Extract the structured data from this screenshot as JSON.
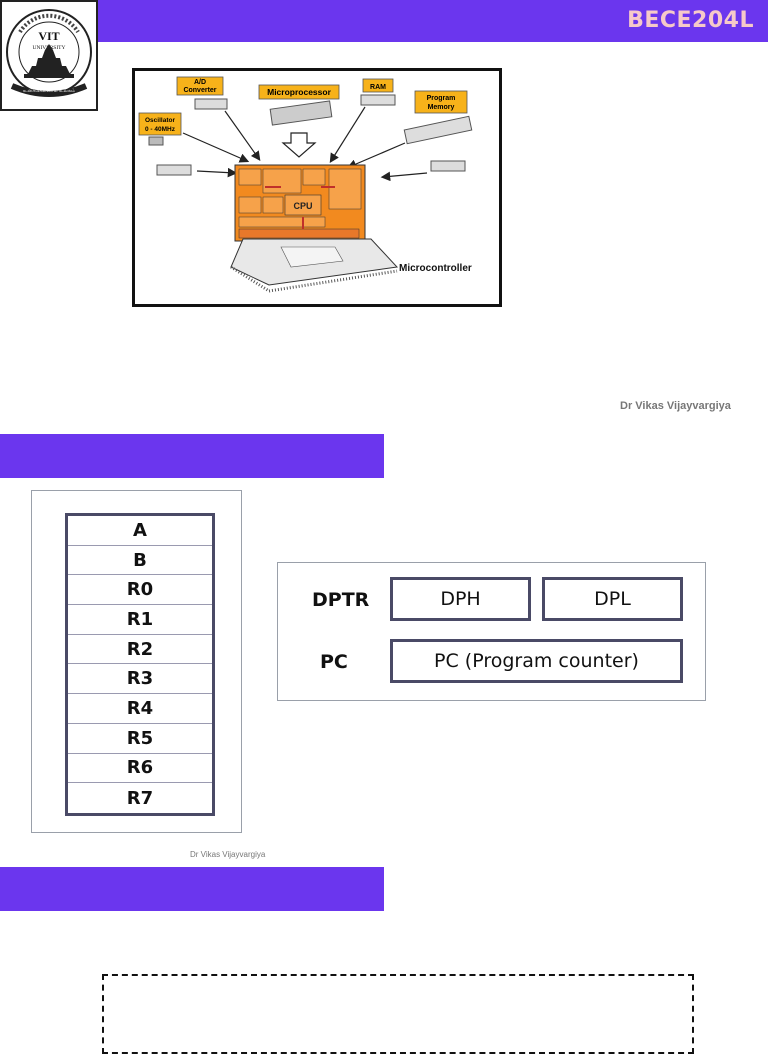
{
  "header": {
    "course_code": "BECE204L"
  },
  "logo": {
    "name": "VIT",
    "subtitle": "UNIVERSITY",
    "arc_text": "VELLORE INSTITUTE OF TECHNOLOGY",
    "motto": "உனக்கெல்லாம் உலகம்",
    "label": "vit-university-logo"
  },
  "figure": {
    "labels": {
      "ad_converter": "A/D\nConverter",
      "microprocessor": "Microprocessor",
      "ram": "RAM",
      "program_memory": "Program\nMemory",
      "oscillator": "Oscillator\n0 - 40MHz",
      "microcontroller": "Microcontroller",
      "cpu": "CPU"
    }
  },
  "credits": {
    "top": "Dr Vikas Vijayvargiya",
    "bottom": "Dr Vikas Vijayvargiya"
  },
  "registers": [
    "A",
    "B",
    "R0",
    "R1",
    "R2",
    "R3",
    "R4",
    "R5",
    "R6",
    "R7"
  ],
  "pointers": {
    "dptr_label": "DPTR",
    "dph": "DPH",
    "dpl": "DPL",
    "pc_label": "PC",
    "pc_box": "PC (Program counter)"
  },
  "colors": {
    "accent_bar": "#6b36ee",
    "course_code": "#f6c9c9",
    "chip_orange": "#f28a1f",
    "label_gold": "#f7b21a"
  }
}
